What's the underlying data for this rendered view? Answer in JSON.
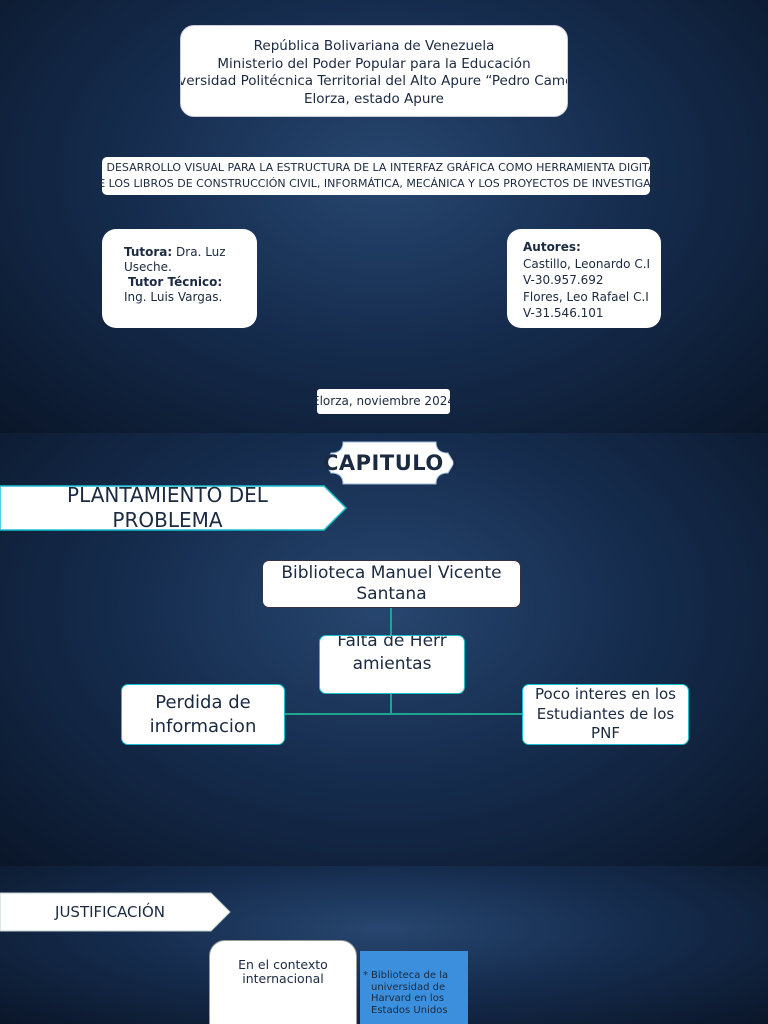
{
  "slide1": {
    "institution_lines": [
      "República Bolivariana de Venezuela",
      "Ministerio del Poder Popular para la Educación",
      "Universidad Politécnica Territorial del Alto Apure “Pedro Camejo”",
      "Elorza, estado Apure"
    ],
    "title_lines": [
      "DESARROLLO VISUAL PARA LA ESTRUCTURA DE LA INTERFAZ GRÁFICA COMO HERRAMIENTA DIGITAL",
      "DE LOS LIBROS DE CONSTRUCCIÓN CIVIL, INFORMÁTICA, MECÁNICA Y LOS PROYECTOS DE INVESTIGACIÓN"
    ],
    "tutors": {
      "tutora_label": "Tutora:",
      "tutora_name": "Dra. Luz Useche.",
      "tecnico_label": "Tutor Técnico:",
      "tecnico_name": "Ing. Luis Vargas."
    },
    "authors": {
      "label": "Autores:",
      "lines": [
        "Castillo, Leonardo C.I",
        "V-30.957.692",
        "Flores, Leo Rafael C.I",
        "V-31.546.101"
      ]
    },
    "date": "Elorza, noviembre 2024"
  },
  "slide2": {
    "chapter": "CAPITULO I",
    "section_title": "PLANTAMIENTO DEL PROBLEMA",
    "root_node": "Biblioteca Manuel Vicente Santana",
    "middle_node": "Falta de Herramientas",
    "left_node": "Perdida de informacion",
    "right_node": "Poco interes en los Estudiantes de los PNF"
  },
  "slide3": {
    "section_title": "JUSTIFICACIÓN",
    "card_text": "En el contexto internacional",
    "note_bullet": "*",
    "note_text": "Biblioteca de la universidad de Harvard en los Estados Unidos"
  },
  "colors": {
    "background": "#162d4f",
    "connector": "#1fa58f",
    "node_border": "#18c0cf",
    "note_fill": "#3b8fdc"
  }
}
